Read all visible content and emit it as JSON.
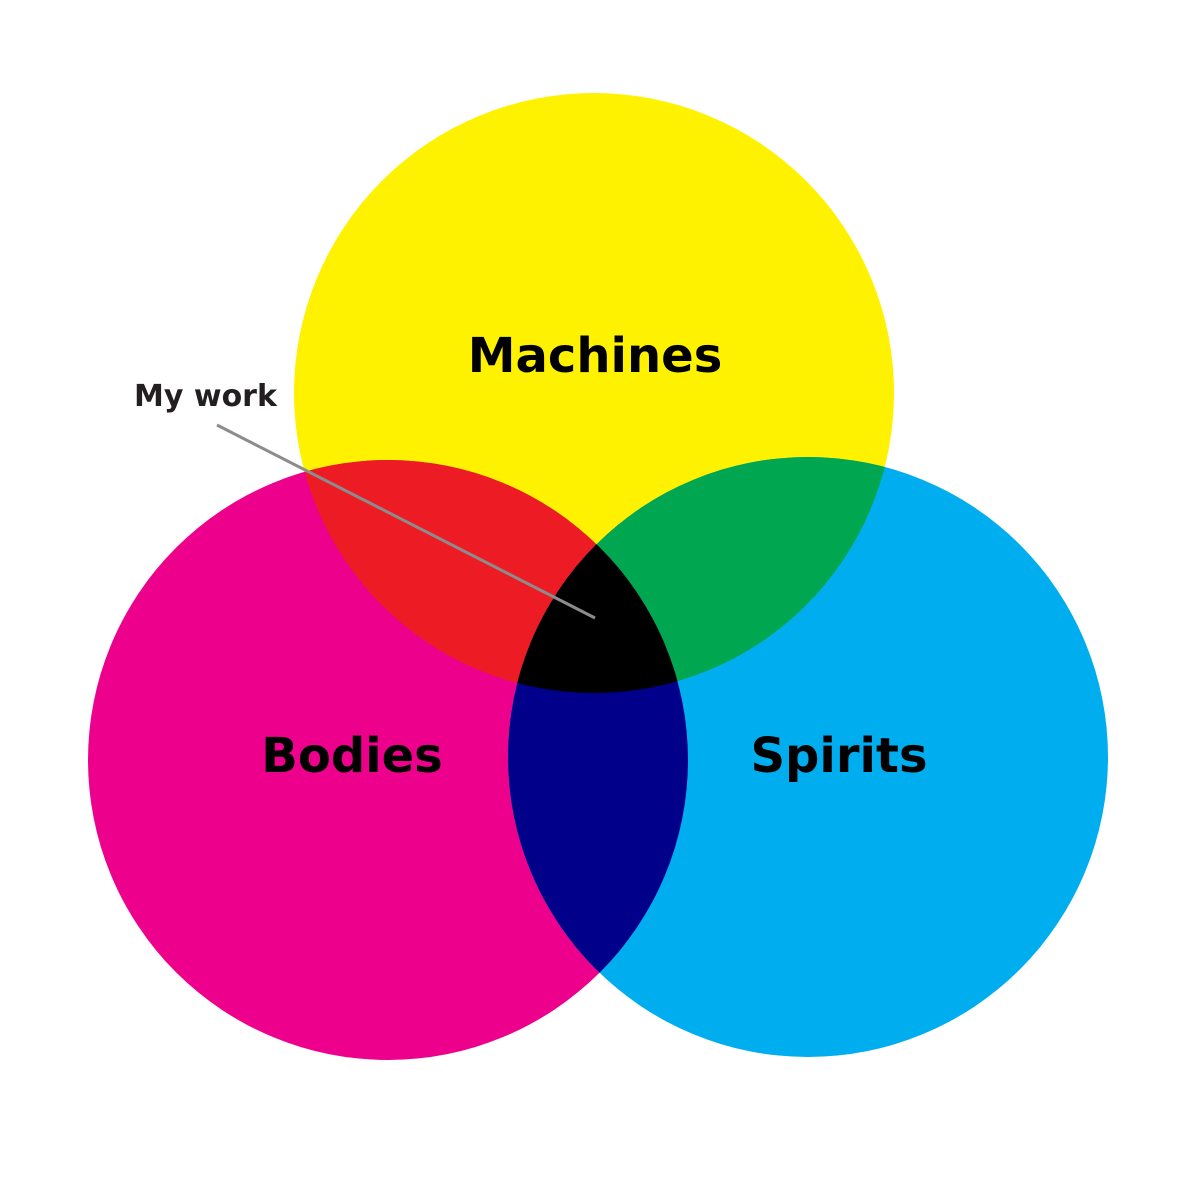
{
  "diagram": {
    "sets": [
      {
        "key": "machines",
        "label": "Machines",
        "color": "#fff200"
      },
      {
        "key": "bodies",
        "label": "Bodies",
        "color": "#ec008c"
      },
      {
        "key": "spirits",
        "label": "Spirits",
        "color": "#00aeef"
      }
    ],
    "overlaps": {
      "machines_bodies": "#ed1c24",
      "machines_spirits": "#00a650",
      "bodies_spirits": "#00008b",
      "all_three": "#000000"
    },
    "callout": {
      "label": "My work",
      "points_to": "all_three",
      "line_color": "#8c8c8c"
    }
  }
}
